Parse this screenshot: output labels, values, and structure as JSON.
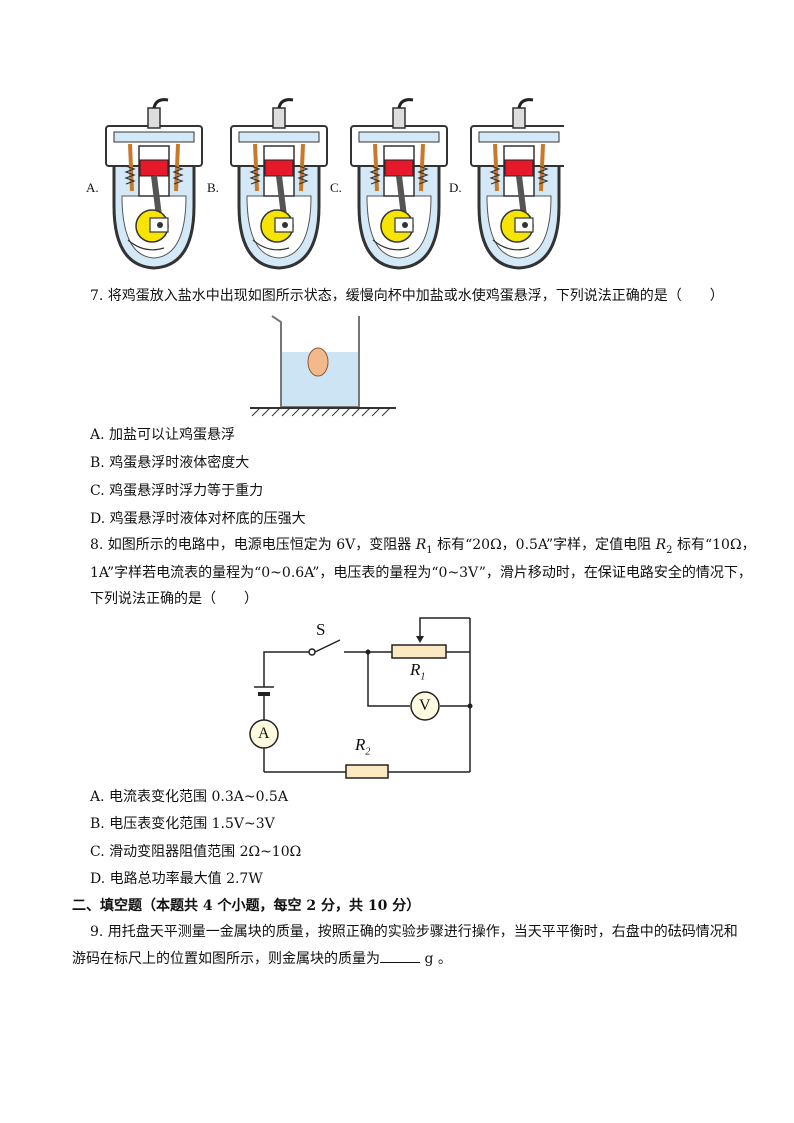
{
  "engine_figure": {
    "labels": [
      "A.",
      "B.",
      "C.",
      "D."
    ]
  },
  "q7": {
    "stem": "7. 将鸡蛋放入盐水中出现如图所示状态，缓慢向杯中加盐或水使鸡蛋悬浮，下列说法正确的是（　　）",
    "options": [
      "A.  加盐可以让鸡蛋悬浮",
      "B.  鸡蛋悬浮时液体密度大",
      "C.  鸡蛋悬浮时浮力等于重力",
      "D.  鸡蛋悬浮时液体对杯底的压强大"
    ]
  },
  "q8": {
    "line1_a": "8. 如图所示的电路中，电源电压恒定为 6V，变阻器 ",
    "r1": "R",
    "r1_sub": "1",
    "line1_b": " 标有“20Ω，0.5A”字样，定值电阻 ",
    "r2": "R",
    "r2_sub": "2",
    "line1_c": " 标有“10Ω，",
    "line2": "1A”字样若电流表的量程为“0~0.6A”，电压表的量程为“0~3V”，滑片移动时，在保证电路安全的情况下，",
    "line3": "下列说法正确的是（　　）",
    "circuit": {
      "switch_label": "S",
      "r1_label": "R",
      "r1_sub": "1",
      "voltmeter": "V",
      "ammeter": "A",
      "r2_label": "R",
      "r2_sub": "2"
    },
    "options": [
      "A.  电流表变化范围 0.3A~0.5A",
      "B.  电压表变化范围 1.5V~3V",
      "C.  滑动变阻器阻值范围 2Ω~10Ω",
      "D.  电路总功率最大值 2.7W"
    ]
  },
  "section2": {
    "title": "二、填空题（本题共 4 个小题，每空 2 分，共 10 分）"
  },
  "q9": {
    "line1": "9. 用托盘天平测量一金属块的质量，按照正确的实验步骤进行操作，当天平平衡时，右盘中的砝码情况和",
    "line2_a": "游码在标尺上的位置如图所示，则金属块的质量为",
    "line2_b": " g 。"
  }
}
